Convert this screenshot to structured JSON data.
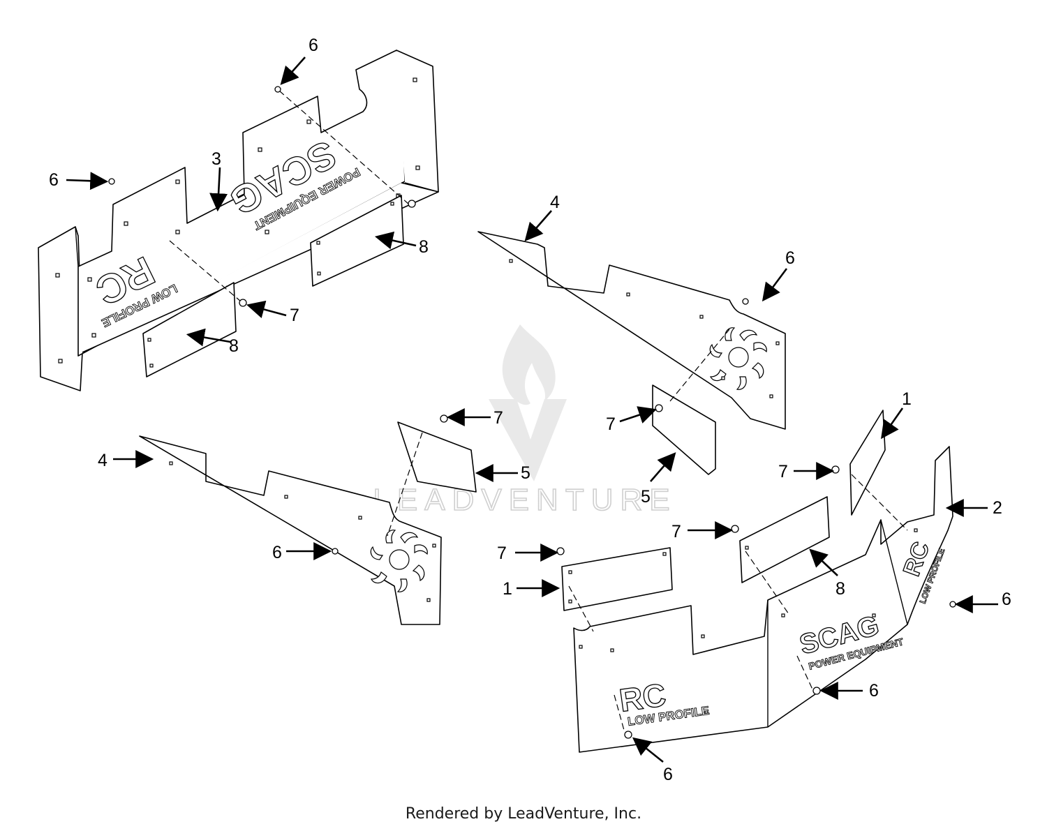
{
  "diagram": {
    "watermark": "LEADVENTURE",
    "logos": {
      "brand_main": "SCAG",
      "brand_sub": "POWER EQUIPMENT",
      "model_mark": "RC",
      "model_sub": "LOW PROFILE"
    },
    "callouts": [
      {
        "id": "c1",
        "label": "6"
      },
      {
        "id": "c2",
        "label": "6"
      },
      {
        "id": "c3",
        "label": "3"
      },
      {
        "id": "c4",
        "label": "8"
      },
      {
        "id": "c5",
        "label": "7"
      },
      {
        "id": "c6",
        "label": "8"
      },
      {
        "id": "c7",
        "label": "4"
      },
      {
        "id": "c8",
        "label": "6"
      },
      {
        "id": "c9",
        "label": "7"
      },
      {
        "id": "c10",
        "label": "5"
      },
      {
        "id": "c11",
        "label": "1"
      },
      {
        "id": "c12",
        "label": "7"
      },
      {
        "id": "c13",
        "label": "2"
      },
      {
        "id": "c14",
        "label": "7"
      },
      {
        "id": "c15",
        "label": "8"
      },
      {
        "id": "c16",
        "label": "7"
      },
      {
        "id": "c17",
        "label": "1"
      },
      {
        "id": "c18",
        "label": "6"
      },
      {
        "id": "c19",
        "label": "6"
      },
      {
        "id": "c20",
        "label": "6"
      },
      {
        "id": "c21",
        "label": "4"
      },
      {
        "id": "c22",
        "label": "7"
      },
      {
        "id": "c23",
        "label": "5"
      },
      {
        "id": "c24",
        "label": "6"
      }
    ]
  },
  "footer": {
    "text": "Rendered by LeadVenture, Inc."
  }
}
